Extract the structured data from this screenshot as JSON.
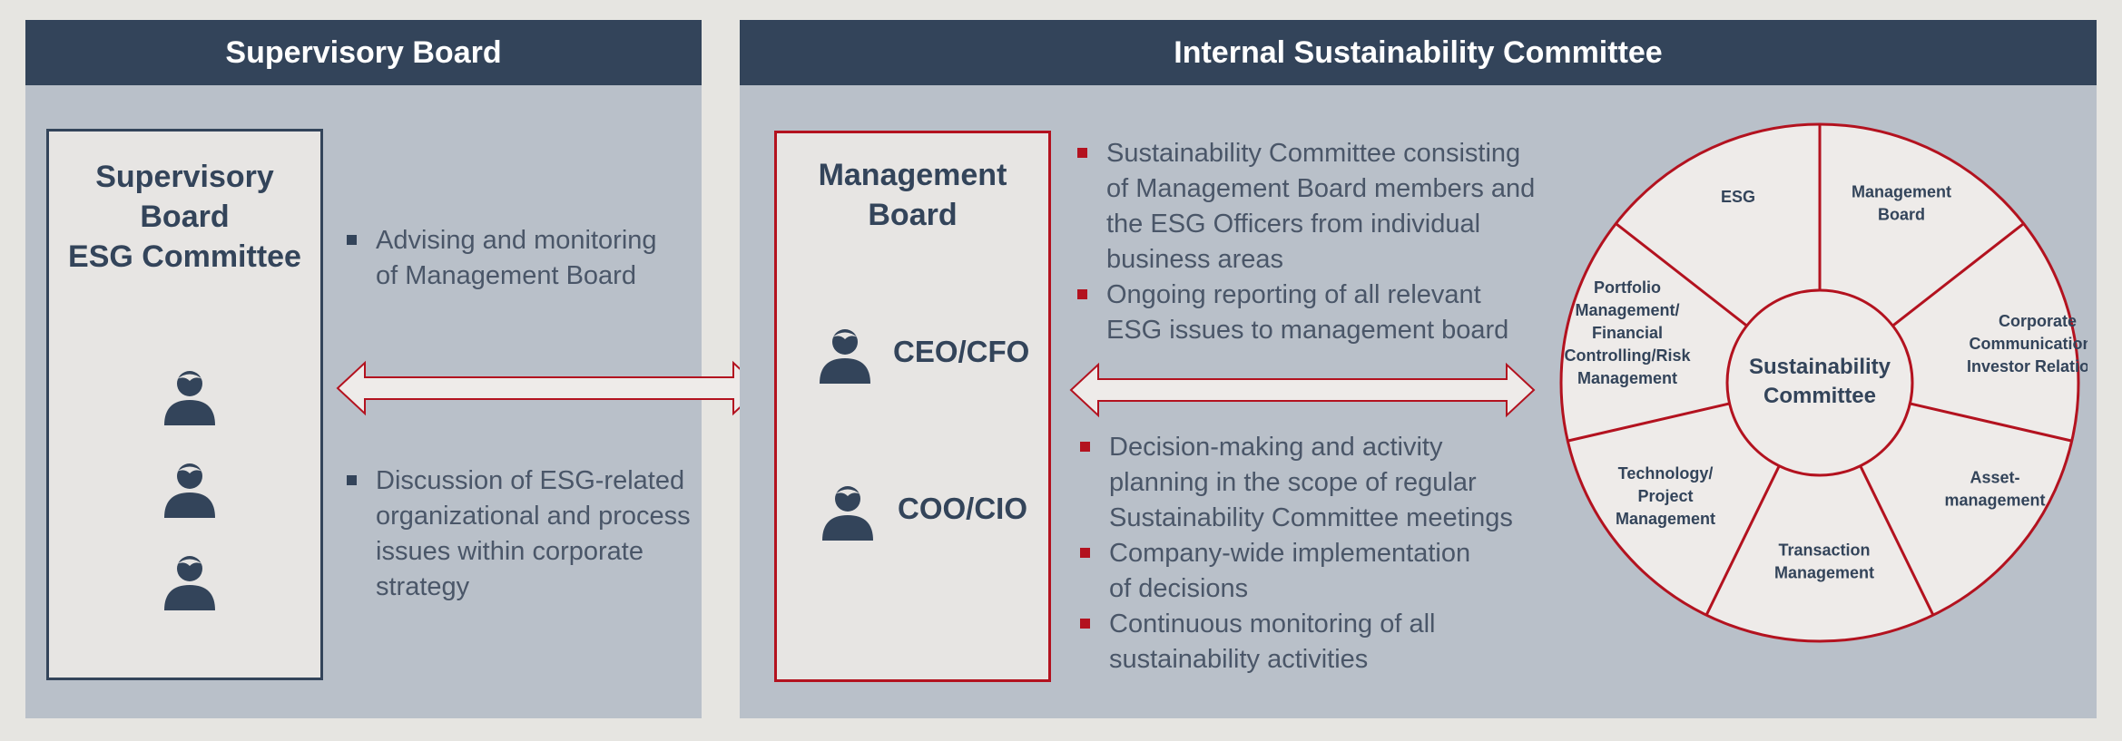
{
  "supervisory_panel": {
    "header": "Supervisory Board",
    "box_title_lines": [
      "Supervisory",
      "Board",
      "ESG Committee"
    ],
    "person_icon": "person-icon",
    "bullets": [
      [
        "Advising and monitoring",
        "of Management Board"
      ],
      [
        "Discussion of ESG-related",
        "organizational and process",
        "issues within corporate",
        "strategy"
      ]
    ]
  },
  "sustainability_panel": {
    "header": "Internal Sustainability Committee",
    "box_title_lines": [
      "Management",
      "Board"
    ],
    "roles": [
      "CEO/CFO",
      "COO/CIO"
    ],
    "bullets_top": [
      [
        "Sustainability Committee consisting",
        "of Management Board members and",
        "the ESG Officers from individual",
        "business areas"
      ],
      [
        "Ongoing reporting of all relevant",
        "ESG issues to management board"
      ]
    ],
    "bullets_bottom": [
      [
        "Decision-making and activity",
        "planning in the scope of regular",
        "Sustainability Committee meetings"
      ],
      [
        "Company-wide implementation",
        "of decisions"
      ],
      [
        "Continuous monitoring of all",
        "sustainability activities"
      ]
    ]
  },
  "wheel": {
    "center": [
      "Sustainability",
      "Committee"
    ],
    "segments": [
      [
        "ESG"
      ],
      [
        "Management",
        "Board"
      ],
      [
        "Corporate",
        "Communications/",
        "Investor Relations"
      ],
      [
        "Asset-",
        "management"
      ],
      [
        "Transaction",
        "Management"
      ],
      [
        "Technology/",
        "Project",
        "Management"
      ],
      [
        "Portfolio",
        "Management/",
        "Financial",
        "Controlling/Risk",
        "Management"
      ]
    ]
  },
  "colors": {
    "navy": "#33445a",
    "panel": "#b9c0c9",
    "accent_red": "#b3121f",
    "box": "#e7e5e3",
    "background": "#e6e5e1"
  }
}
